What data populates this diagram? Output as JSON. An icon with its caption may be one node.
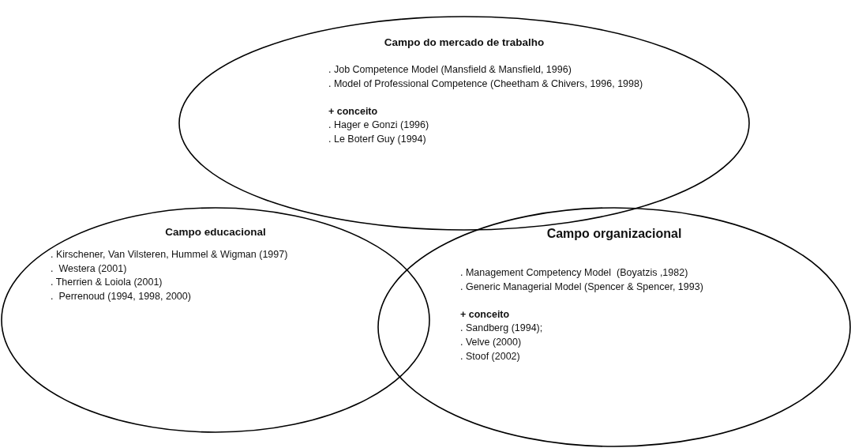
{
  "diagram": {
    "nodes": [
      {
        "text": [
          "Campo do mercado de trabalho",
          ". Job Competence Model (Mansfield & Mansfield, 1996)",
          ". Model of Professional Competence (Cheetham & Chivers, 1996, 1998)",
          "+ conceito",
          ". Hager e Gonzi (1996)",
          ". Le Boterf Guy (1994)"
        ]
      },
      {
        "text": [
          "Campo educacional",
          ". Kirschener, Van Vilsteren, Hummel & Wigman (1997)",
          ".  Westera (2001)",
          ". Therrien & Loiola (2001)",
          ".  Perrenoud (1994, 1998, 2000)"
        ]
      },
      {
        "text": [
          "Campo organizacional",
          ". Management Competency Model  (Boyatzis ,1982)",
          ". Generic Managerial Model (Spencer & Spencer, 1993)",
          "+ conceito",
          ". Sandberg (1994);",
          ". Velve (2000)",
          ". Stoof (2002)"
        ]
      }
    ]
  }
}
